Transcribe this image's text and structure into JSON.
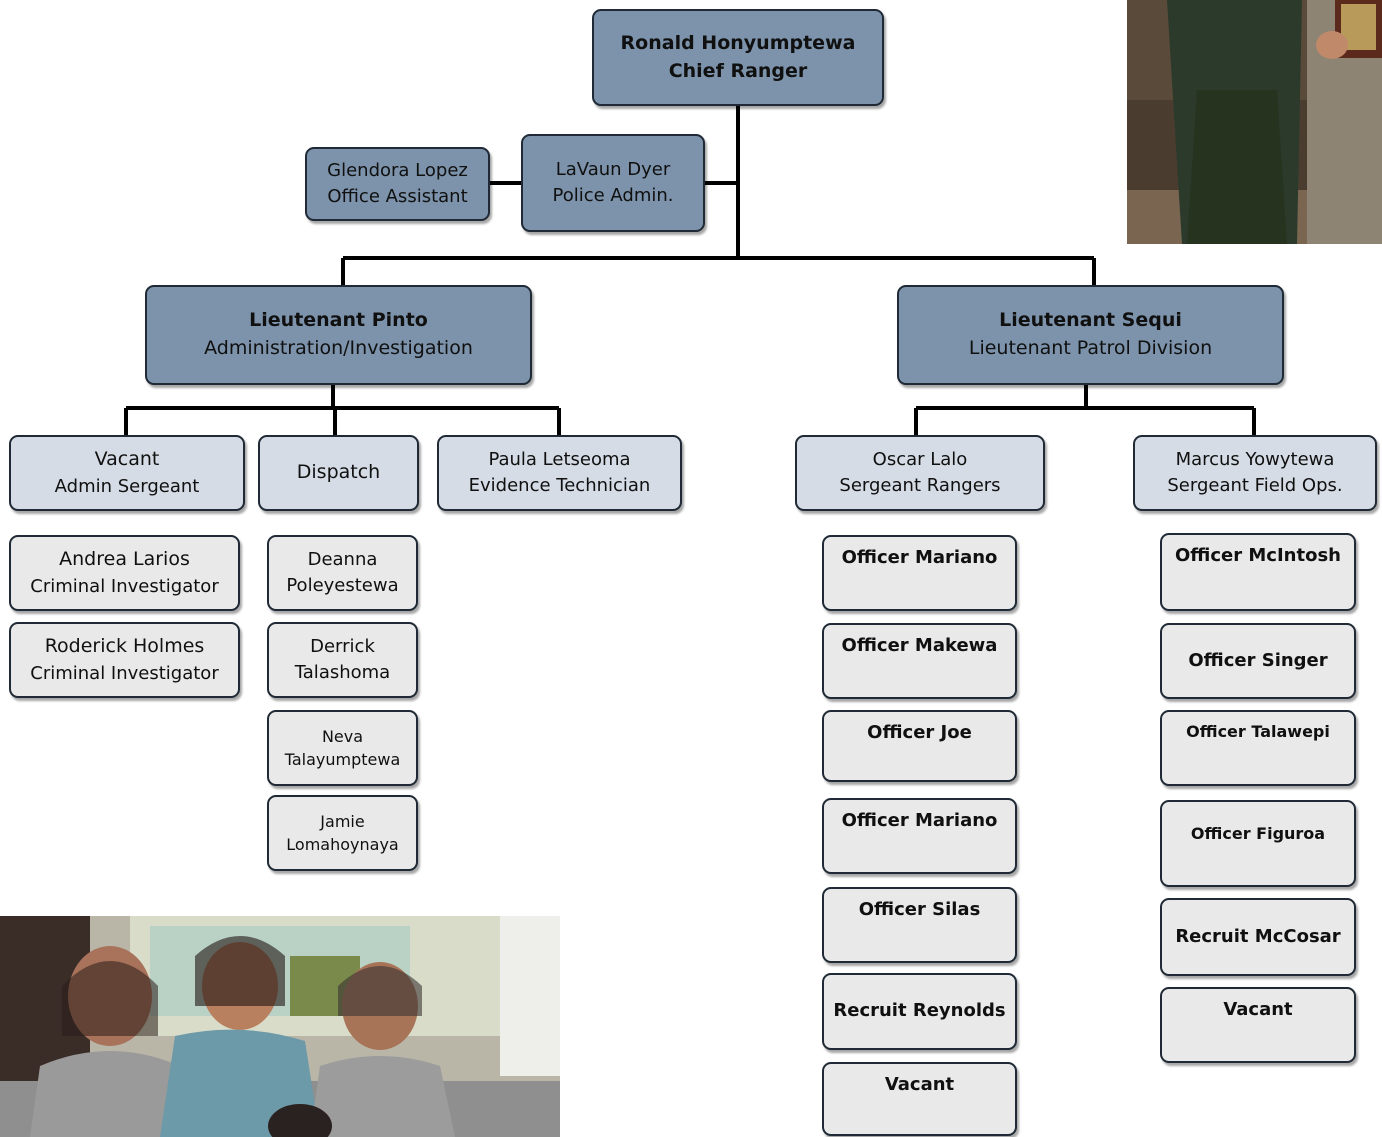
{
  "chief": {
    "name": "Ronald Honyumptewa",
    "title": "Chief Ranger"
  },
  "staff": [
    {
      "name": "Glendora Lopez",
      "title": "Office Assistant"
    },
    {
      "name": "LaVaun Dyer",
      "title": "Police Admin."
    }
  ],
  "lieutenants": [
    {
      "name": "Lieutenant Pinto",
      "title": "Administration/Investigation"
    },
    {
      "name": "Lieutenant Sequi",
      "title": "Lieutenant Patrol Division"
    }
  ],
  "pinto_units": [
    {
      "name": "Vacant",
      "title": "Admin Sergeant"
    },
    {
      "name": "Dispatch",
      "title": ""
    },
    {
      "name": "Paula Letseoma",
      "title": "Evidence Technician"
    }
  ],
  "investigators": [
    {
      "name": "Andrea Larios",
      "title": "Criminal Investigator"
    },
    {
      "name": "Roderick Holmes",
      "title": "Criminal Investigator"
    }
  ],
  "dispatchers": [
    {
      "first": "Deanna",
      "last": "Poleyestewa"
    },
    {
      "first": "Derrick",
      "last": "Talashoma"
    },
    {
      "first": "Neva",
      "last": "Talayumptewa"
    },
    {
      "first": "Jamie",
      "last": "Lomahoynaya"
    }
  ],
  "sequi_units": [
    {
      "name": "Oscar Lalo",
      "title": "Sergeant Rangers"
    },
    {
      "name": "Marcus Yowytewa",
      "title": "Sergeant Field Ops."
    }
  ],
  "rangers": [
    "Officer Mariano",
    "Officer Makewa",
    "Officer Joe",
    "Officer Mariano",
    "Officer Silas",
    "Recruit Reynolds",
    "Vacant"
  ],
  "field_ops": [
    "Officer McIntosh",
    "Officer Singer",
    "Officer Talawepi",
    "Officer Figuroa",
    "Recruit McCosar",
    "Vacant"
  ],
  "colors": {
    "level1": "#7c93ab",
    "level2": "#d6dce5",
    "level3": "#e9e9e9",
    "line": "#000000"
  }
}
